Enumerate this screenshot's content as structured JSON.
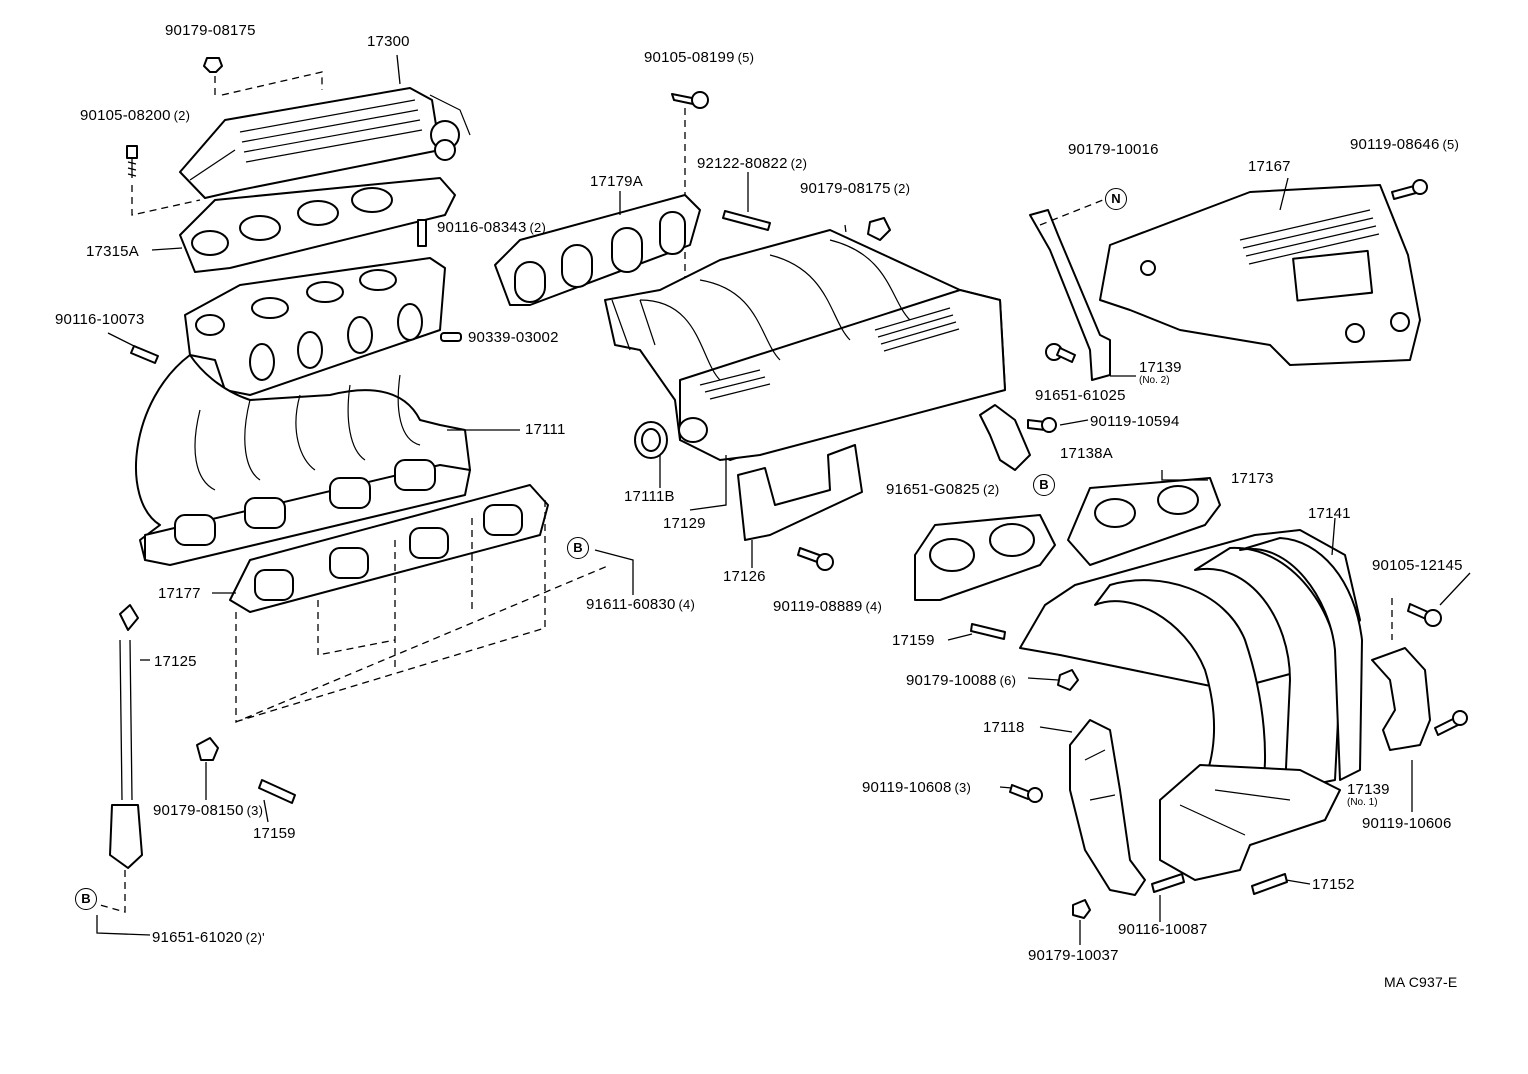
{
  "diagram": {
    "code": "MA C937-E",
    "callouts": {
      "a": "B",
      "b": "B",
      "c": "B",
      "n": "N"
    },
    "labels": {
      "p90179_08175_top": "90179-08175",
      "p17300": "17300",
      "p90105_08200": "90105-08200",
      "p90105_08200_qty": "(2)",
      "p90116_08343": "90116-08343",
      "p90116_08343_qty": "(2)",
      "p17315A": "17315A",
      "p90116_10073": "90116-10073",
      "p90339_03002": "90339-03002",
      "p17111": "17111",
      "p17177": "17177",
      "p91611_60830": "91611-60830",
      "p91611_60830_qty": "(4)",
      "p17125": "17125",
      "p90179_08150": "90179-08150",
      "p90179_08150_qty": "(3)",
      "p17159_left": "17159",
      "p91651_61020": "91651-61020",
      "p91651_61020_qty": "(2)'",
      "p90105_08199": "90105-08199",
      "p90105_08199_qty": "(5)",
      "p17179A": "17179A",
      "p92122_80822": "92122-80822",
      "p92122_80822_qty": "(2)",
      "p90179_08175_mid": "90179-08175",
      "p90179_08175_mid_qty": "(2)",
      "p17111B": "17111B",
      "p17129": "17129",
      "p17126": "17126",
      "p90119_08889": "90119-08889",
      "p90119_08889_qty": "(4)",
      "p90179_10016": "90179-10016",
      "p17167": "17167",
      "p90119_08646": "90119-08646",
      "p90119_08646_qty": "(5)",
      "p17139_no2": "17139",
      "p17139_no2_sub": "(No. 2)",
      "p91651_61025": "91651-61025",
      "p90119_10594": "90119-10594",
      "p17138A": "17138A",
      "p91651_G0825": "91651-G0825",
      "p91651_G0825_qty": "(2)",
      "p17173": "17173",
      "p17141": "17141",
      "p90105_12145": "90105-12145",
      "p17159_right": "17159",
      "p90179_10088": "90179-10088",
      "p90179_10088_qty": "(6)",
      "p17118": "17118",
      "p90119_10608": "90119-10608",
      "p90119_10608_qty": "(3)",
      "p17139_no1": "17139",
      "p17139_no1_sub": "(No. 1)",
      "p90119_10606": "90119-10606",
      "p17152": "17152",
      "p90116_10087": "90116-10087",
      "p90179_10037": "90179-10037"
    }
  }
}
